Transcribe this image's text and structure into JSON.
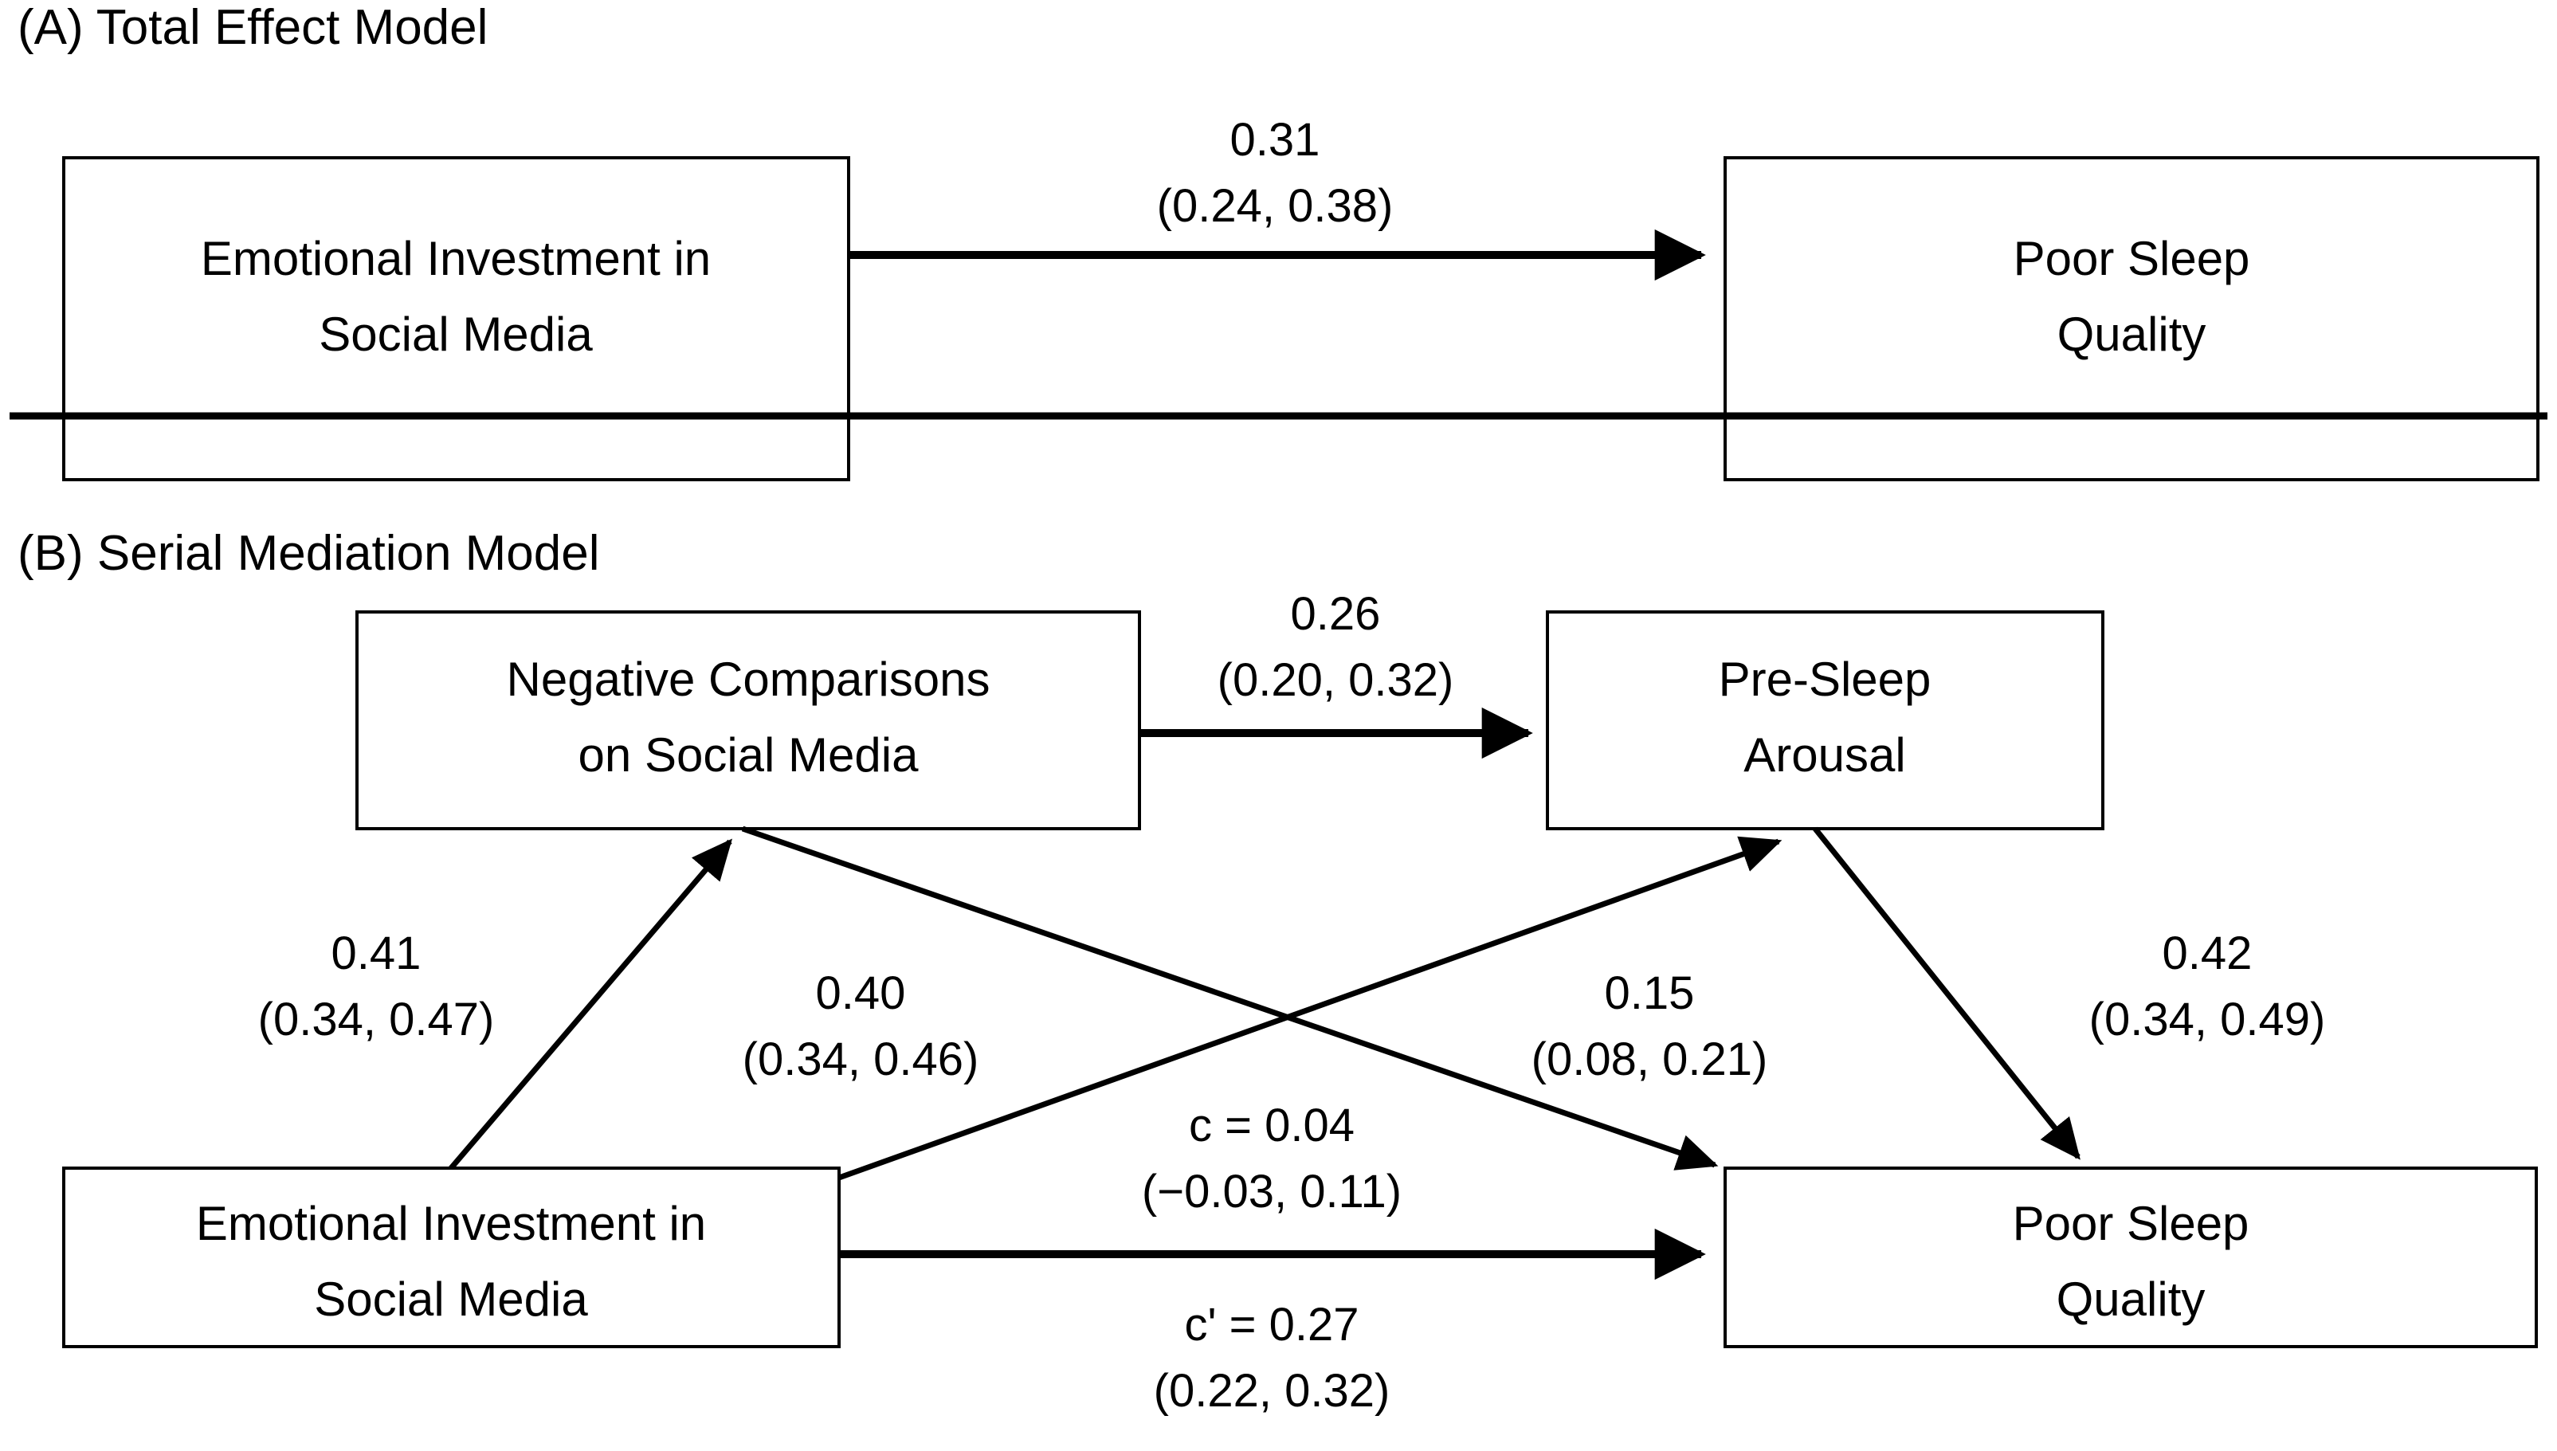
{
  "figure": {
    "panels": [
      {
        "id": "A",
        "title": "(A) Total Effect Model",
        "nodes": [
          {
            "id": "A-ei",
            "line1": "Emotional Investment in",
            "line2": "Social Media"
          },
          {
            "id": "A-psq",
            "line1": "Poor Sleep",
            "line2": "Quality"
          }
        ],
        "edges": [
          {
            "id": "A-total",
            "from": "A-ei",
            "to": "A-psq",
            "estimate": "0.31",
            "ci": "(0.24, 0.38)"
          }
        ]
      },
      {
        "id": "B",
        "title": "(B) Serial Mediation Model",
        "nodes": [
          {
            "id": "B-nc",
            "line1": "Negative Comparisons",
            "line2": "on Social Media"
          },
          {
            "id": "B-psa",
            "line1": "Pre-Sleep",
            "line2": "Arousal"
          },
          {
            "id": "B-ei",
            "line1": "Emotional Investment in",
            "line2": "Social Media"
          },
          {
            "id": "B-psq",
            "line1": "Poor Sleep",
            "line2": "Quality"
          }
        ],
        "edges": [
          {
            "id": "B-nc-psa",
            "from": "B-nc",
            "to": "B-psa",
            "estimate": "0.26",
            "ci": "(0.20, 0.32)"
          },
          {
            "id": "B-ei-nc",
            "from": "B-ei",
            "to": "B-nc",
            "estimate": "0.41",
            "ci": "(0.34, 0.47)"
          },
          {
            "id": "B-psa-psq",
            "from": "B-psa",
            "to": "B-psq",
            "estimate": "0.42",
            "ci": "(0.34, 0.49)"
          },
          {
            "id": "B-nc-psq",
            "from": "B-nc",
            "to": "B-psq",
            "estimate": "0.40",
            "ci": "(0.34, 0.46)"
          },
          {
            "id": "B-ei-psa",
            "from": "B-ei",
            "to": "B-psa",
            "estimate": "0.15",
            "ci": "(0.08, 0.21)"
          },
          {
            "id": "B-direct-c",
            "from": "B-ei",
            "to": "B-psq",
            "estimate": "c = 0.04",
            "ci": "(−0.03, 0.11)"
          },
          {
            "id": "B-direct-cprime",
            "from": "B-ei",
            "to": "B-psq",
            "estimate": "c' = 0.27",
            "ci": "(0.22, 0.32)"
          }
        ]
      }
    ],
    "colors": {
      "stroke": "#000000",
      "box_fill": "#ffffff",
      "background": "#ffffff"
    }
  }
}
